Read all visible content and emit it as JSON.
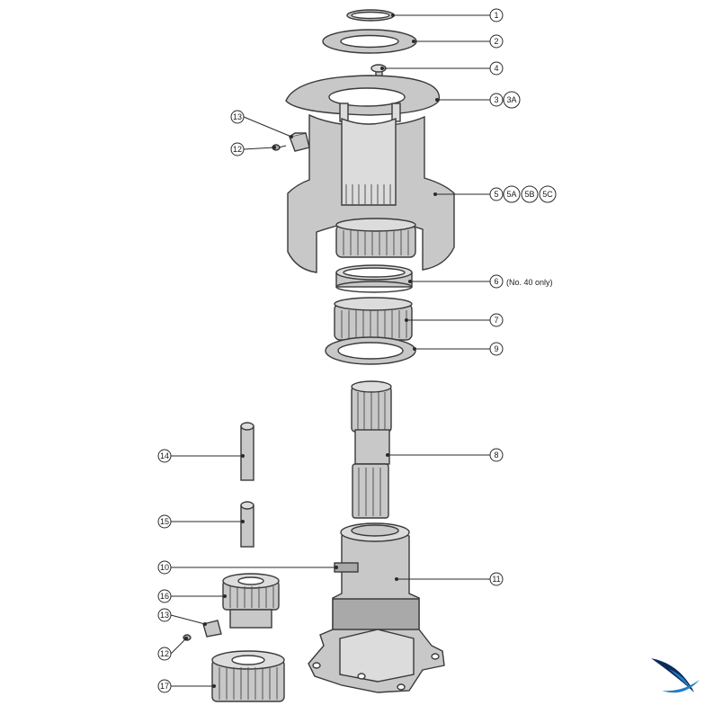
{
  "callouts": [
    {
      "id": "c1",
      "labels": [
        "1"
      ]
    },
    {
      "id": "c2",
      "labels": [
        "2"
      ]
    },
    {
      "id": "c4",
      "labels": [
        "4"
      ]
    },
    {
      "id": "c3",
      "labels": [
        "3",
        "3A"
      ]
    },
    {
      "id": "c5",
      "labels": [
        "5",
        "5A",
        "5B",
        "5C"
      ]
    },
    {
      "id": "c6",
      "labels": [
        "6"
      ],
      "note": "(No. 40 only)"
    },
    {
      "id": "c7",
      "labels": [
        "7"
      ]
    },
    {
      "id": "c9",
      "labels": [
        "9"
      ]
    },
    {
      "id": "c8",
      "labels": [
        "8"
      ]
    },
    {
      "id": "c11",
      "labels": [
        "11"
      ]
    },
    {
      "id": "c13a",
      "labels": [
        "13"
      ]
    },
    {
      "id": "c12a",
      "labels": [
        "12"
      ]
    },
    {
      "id": "c14",
      "labels": [
        "14"
      ]
    },
    {
      "id": "c15",
      "labels": [
        "15"
      ]
    },
    {
      "id": "c10",
      "labels": [
        "10"
      ]
    },
    {
      "id": "c16",
      "labels": [
        "16"
      ]
    },
    {
      "id": "c13b",
      "labels": [
        "13"
      ]
    },
    {
      "id": "c12b",
      "labels": [
        "12"
      ]
    },
    {
      "id": "c17",
      "labels": [
        "17"
      ]
    }
  ],
  "colors": {
    "part_fill": "#c8c8c8",
    "line": "#3a3a3a",
    "logo_dark": "#0d2a5c",
    "logo_light": "#1f7fc4"
  },
  "logo": {
    "icon": "sail-swoosh-logo"
  }
}
